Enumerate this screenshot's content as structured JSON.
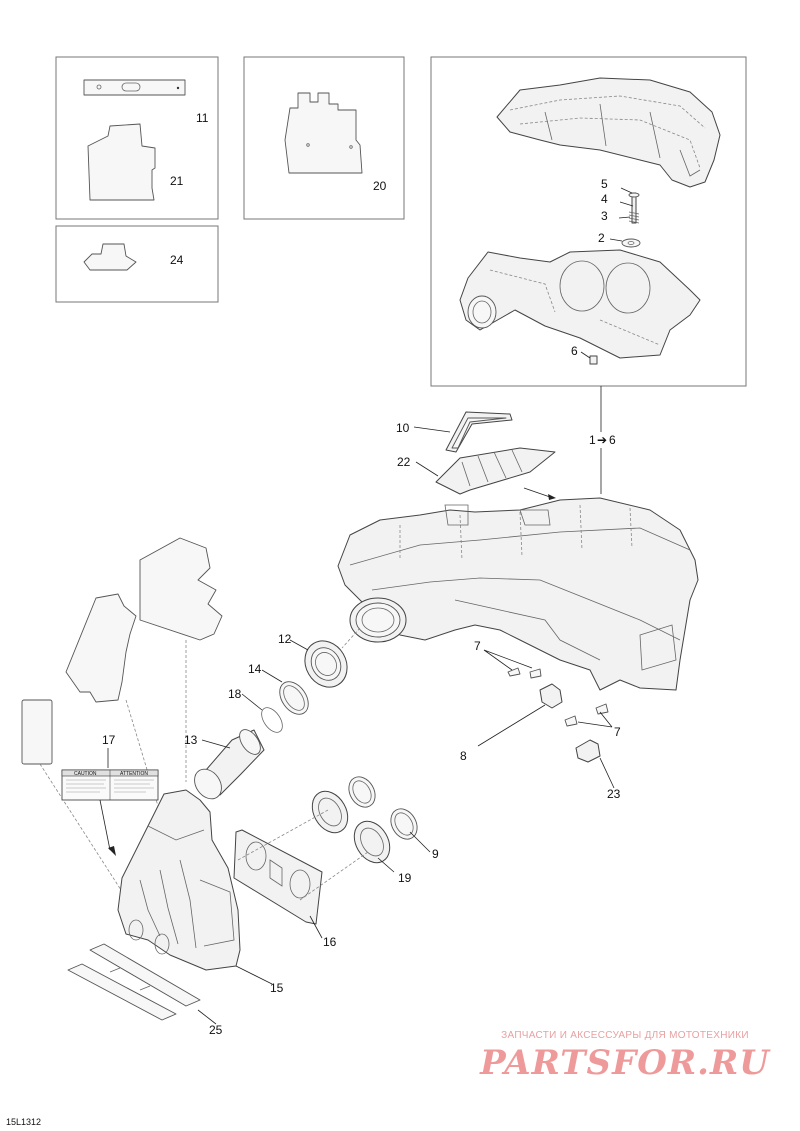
{
  "drawing_code": "15L1312",
  "callouts": {
    "c1": "1",
    "c1_arrow": "➔",
    "c1_end": "6",
    "c2": "2",
    "c3": "3",
    "c4": "4",
    "c5": "5",
    "c6": "6",
    "c7a": "7",
    "c7b": "7",
    "c8": "8",
    "c9": "9",
    "c10": "10",
    "c11": "11",
    "c12": "12",
    "c13": "13",
    "c14": "14",
    "c15": "15",
    "c16": "16",
    "c17": "17",
    "c18": "18",
    "c19": "19",
    "c20": "20",
    "c21": "21",
    "c22": "22",
    "c23": "23",
    "c24": "24",
    "c25": "25"
  },
  "label_17": {
    "caution": "CAUTION",
    "attention": "ATTENTION"
  },
  "watermark": {
    "tagline": "ЗАПЧАСТИ И АКСЕССУАРЫ ДЛЯ МОТОТЕХНИКИ",
    "brand": "PARTSFOR.RU",
    "color": "#ef9a9a"
  }
}
